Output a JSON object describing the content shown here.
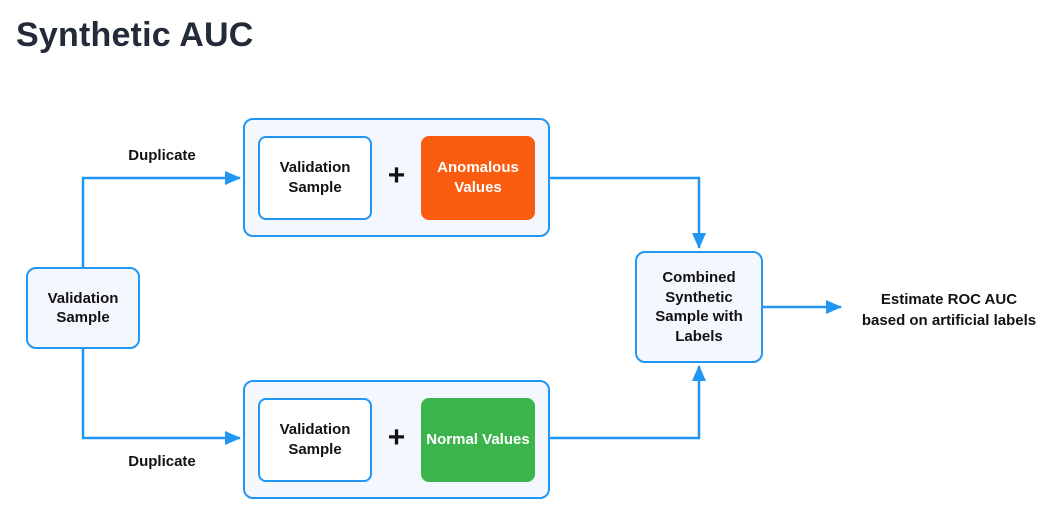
{
  "title": "Synthetic AUC",
  "colors": {
    "accent_blue": "#2196F3",
    "orange": "#F95B0F",
    "green": "#3BB54B",
    "node_fill": "#F4F8FE",
    "title_color": "#232A39"
  },
  "nodes": {
    "source": {
      "label": "Validation Sample"
    },
    "top_group": {
      "validation": "Validation Sample",
      "plus": "+",
      "anomalous": "Anomalous Values"
    },
    "bottom_group": {
      "validation": "Validation Sample",
      "plus": "+",
      "normal": "Normal Values"
    },
    "combined": {
      "label": "Combined Synthetic Sample with Labels"
    },
    "result": {
      "line1": "Estimate ROC AUC",
      "line2": "based on artificial labels"
    }
  },
  "edges": {
    "top_label": "Duplicate",
    "bottom_label": "Duplicate"
  }
}
